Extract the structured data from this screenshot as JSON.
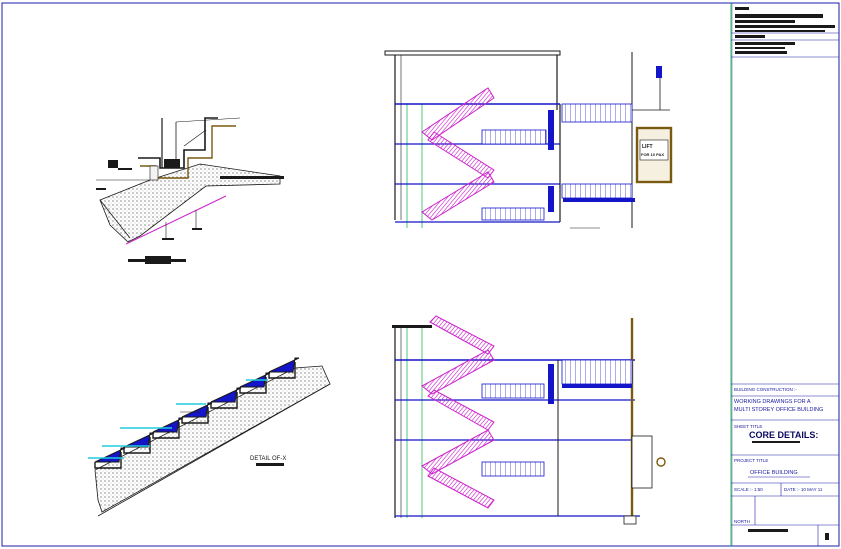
{
  "title_block": {
    "building_construction_label": "BUILDING CONSTRUCTION :-",
    "drawing_description_line1": "WORKING DRAWINGS FOR A",
    "drawing_description_line2": "MULTI STOREY OFFICE BUILDING",
    "sheet_title_label": "SHEET TITLE",
    "sheet_title": "CORE DETAILS:",
    "project_title_label": "PROJECT TITLE",
    "project_title": "OFFICE BUILDING",
    "scale_label": "SCALE :- 1:50",
    "date_label": "DATE :- 10 MAY 11",
    "north_label": "NORTH"
  },
  "annotations": {
    "detail_label": "DETAIL OF-X",
    "lift_label_line1": "LIFT",
    "lift_label_line2": "FOR 10 PAX"
  },
  "colors": {
    "border": "#1e1ea8",
    "structure": "#1a1a1a",
    "railing": "#cc22cc",
    "tread": "#1414c8",
    "grid": "#22bb55",
    "hatch": "#7a5a10",
    "accent": "#22ccdd"
  }
}
